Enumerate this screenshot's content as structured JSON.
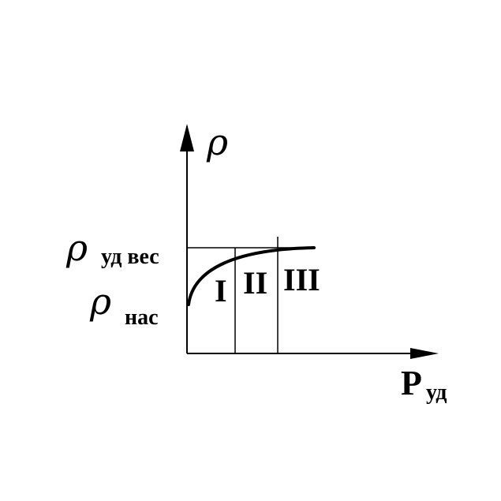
{
  "y_axis": {
    "symbol": "ρ"
  },
  "x_axis": {
    "main": "P",
    "subscript": "уд"
  },
  "levels": {
    "upper": {
      "symbol": "ρ",
      "subscript": "уд вес"
    },
    "lower": {
      "symbol": "ρ",
      "subscript": "нас"
    }
  },
  "regions": [
    {
      "label": "I"
    },
    {
      "label": "II"
    },
    {
      "label": "III"
    }
  ],
  "colors": {
    "ink": "#000000",
    "background": "#ffffff"
  }
}
